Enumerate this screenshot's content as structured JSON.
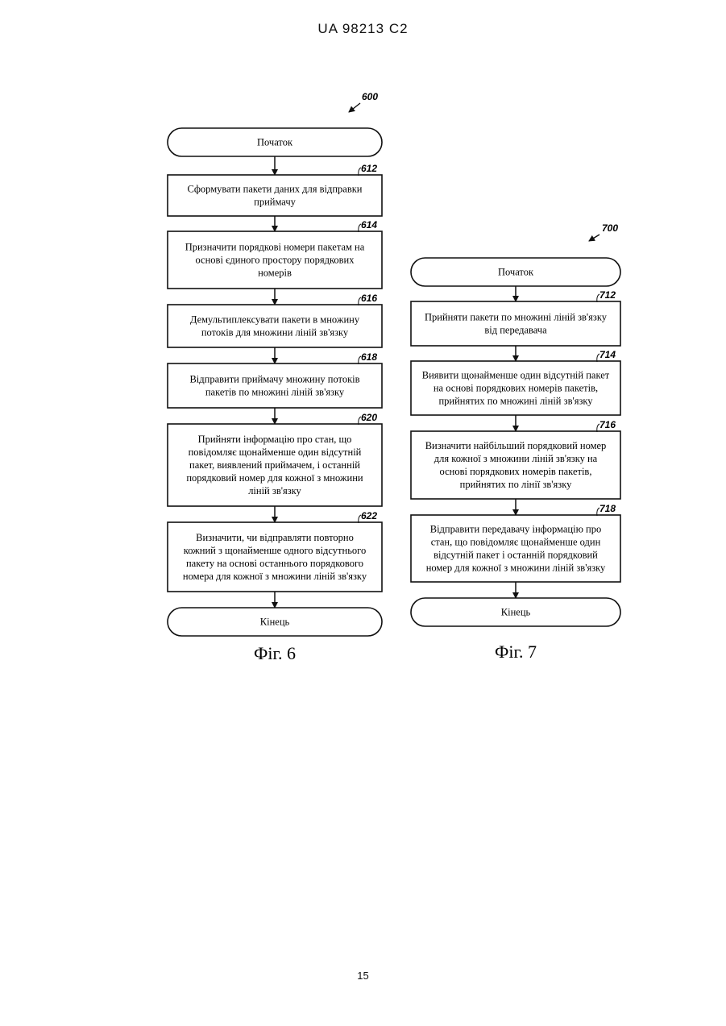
{
  "header": "UA   98213   C2",
  "page_number": "15",
  "fig6": {
    "ref": "600",
    "caption": "Фіг. 6",
    "start": "Початок",
    "end": "Кінець",
    "steps": [
      {
        "ref": "612",
        "lines": [
          "Сформувати пакети даних для відправки",
          "приймачу"
        ]
      },
      {
        "ref": "614",
        "lines": [
          "Призначити порядкові номери пакетам на",
          "основі єдиного простору порядкових",
          "номерів"
        ]
      },
      {
        "ref": "616",
        "lines": [
          "Демультиплексувати пакети в множину",
          "потоків для множини ліній зв'язку"
        ]
      },
      {
        "ref": "618",
        "lines": [
          "Відправити приймачу множину потоків",
          "пакетів по множині ліній зв'язку"
        ]
      },
      {
        "ref": "620",
        "lines": [
          "Прийняти інформацію про стан, що",
          "повідомляє щонайменше один відсутній",
          "пакет, виявлений приймачем, і останній",
          "порядковий номер для кожної з множини",
          "ліній зв'язку"
        ]
      },
      {
        "ref": "622",
        "lines": [
          "Визначити, чи відправляти повторно",
          "кожний з щонайменше одного відсутнього",
          "пакету на основі останнього порядкового",
          "номера для кожної з множини ліній зв'язку"
        ]
      }
    ]
  },
  "fig7": {
    "ref": "700",
    "caption": "Фіг. 7",
    "start": "Початок",
    "end": "Кінець",
    "steps": [
      {
        "ref": "712",
        "lines": [
          "Прийняти пакети по множині ліній зв'язку",
          "від передавача"
        ]
      },
      {
        "ref": "714",
        "lines": [
          "Виявити щонайменше один відсутній пакет",
          "на основі порядкових номерів пакетів,",
          "прийнятих по множині ліній зв'язку"
        ]
      },
      {
        "ref": "716",
        "lines": [
          "Визначити найбільший порядковий номер",
          "для кожної з множини ліній зв'язку на",
          "основі порядкових номерів пакетів,",
          "прийнятих по лінії зв'язку"
        ]
      },
      {
        "ref": "718",
        "lines": [
          "Відправити передавачу інформацію про",
          "стан, що повідомляє щонайменше один",
          "відсутній пакет і останній порядковий",
          "номер для кожної з множини ліній зв'язку"
        ]
      }
    ]
  }
}
